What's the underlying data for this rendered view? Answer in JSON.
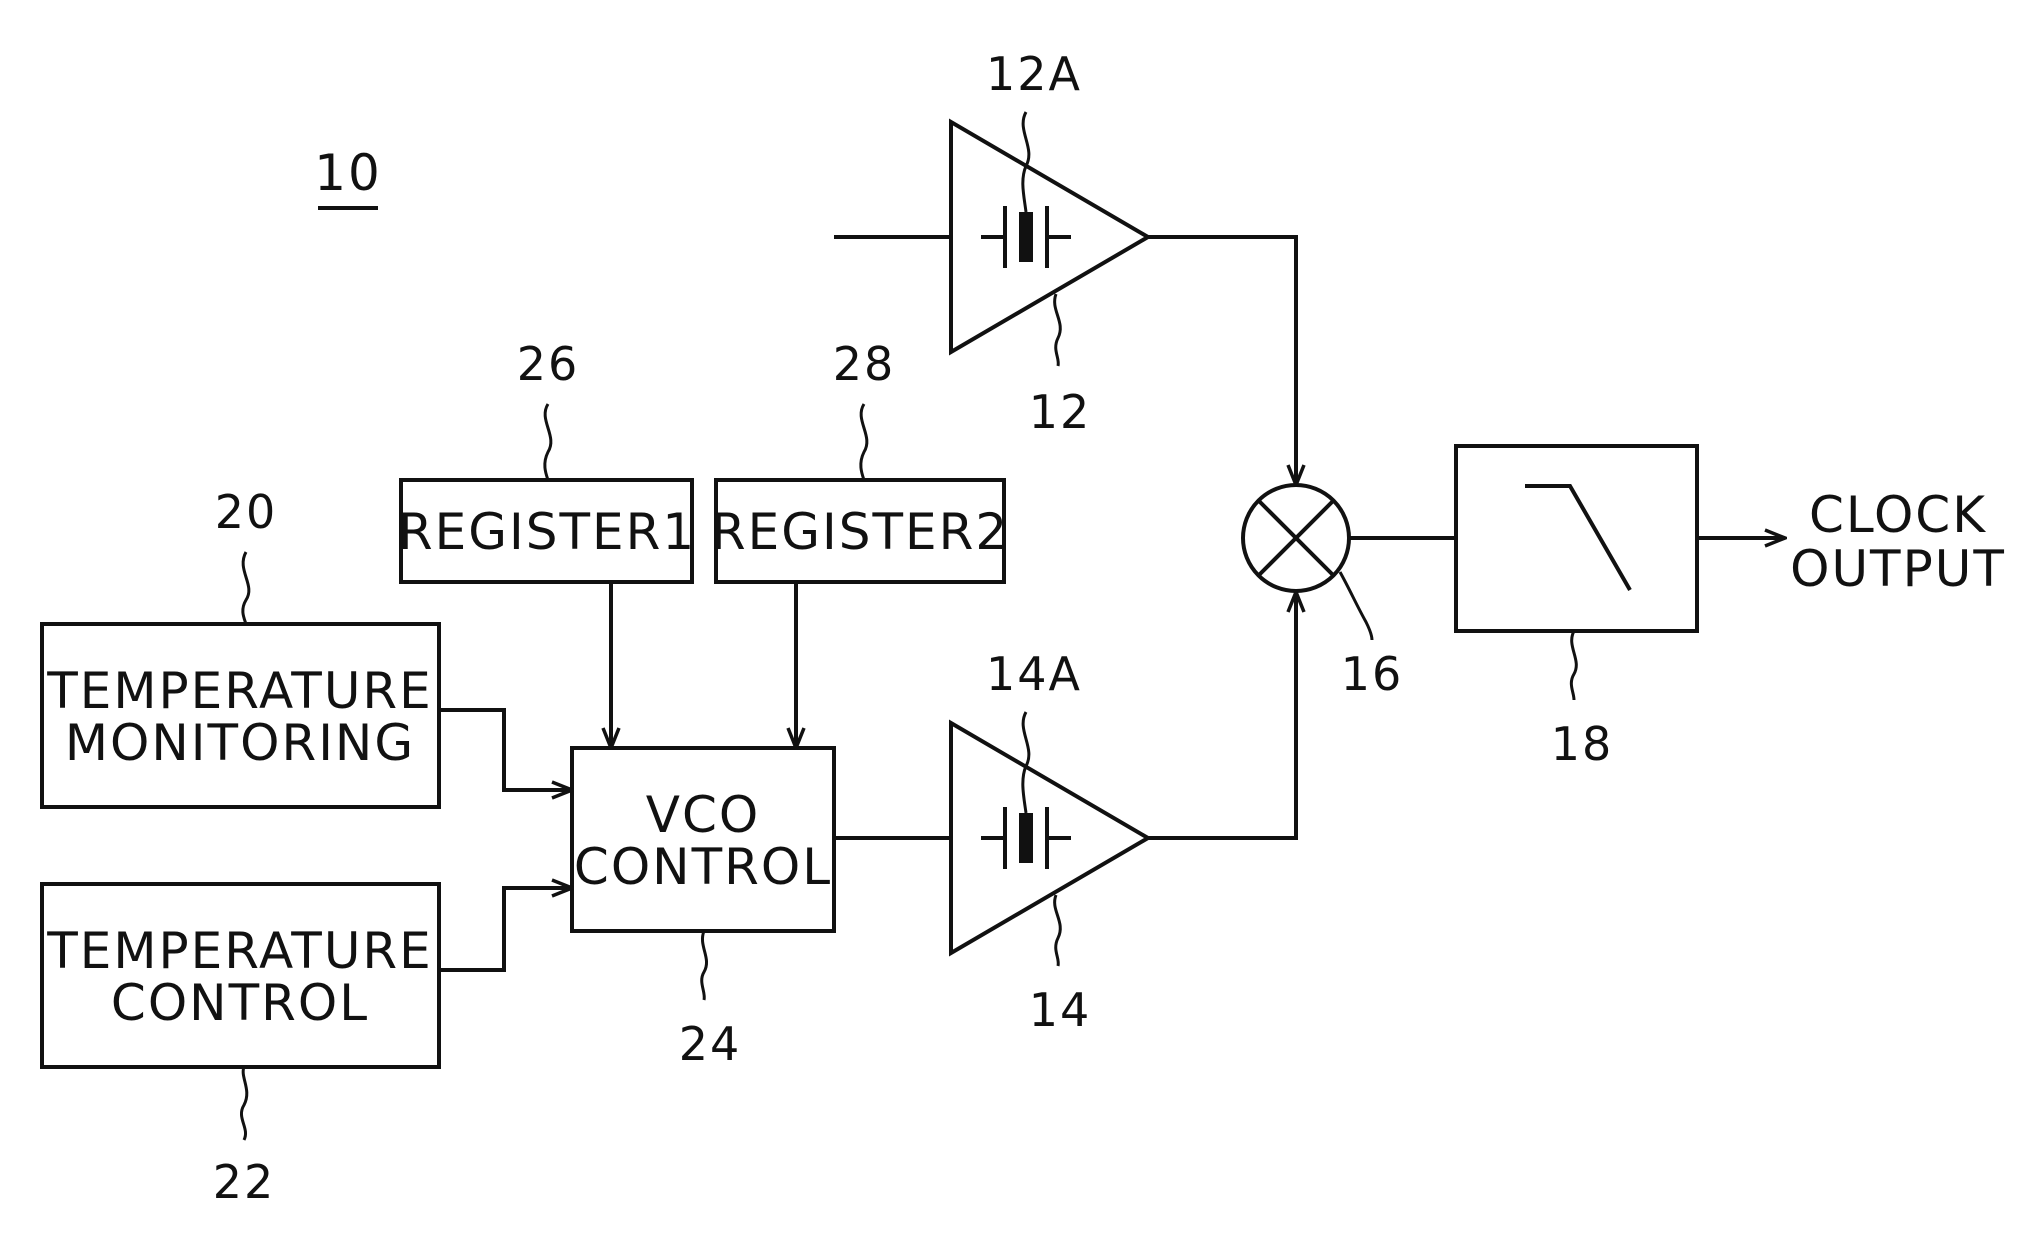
{
  "figure_label": "10",
  "blocks": {
    "temp_monitoring": {
      "line1": "TEMPERATURE",
      "line2": "MONITORING",
      "ref": "20"
    },
    "temp_control": {
      "line1": "TEMPERATURE",
      "line2": "CONTROL",
      "ref": "22"
    },
    "vco_control": {
      "line1": "VCO",
      "line2": "CONTROL",
      "ref": "24"
    },
    "register1": {
      "label": "REGISTER1",
      "ref": "26"
    },
    "register2": {
      "label": "REGISTER2",
      "ref": "28"
    },
    "oscillator_top": {
      "ref": "12",
      "crystal_ref": "12A"
    },
    "oscillator_bottom": {
      "ref": "14",
      "crystal_ref": "14A"
    },
    "mixer": {
      "ref": "16"
    },
    "filter": {
      "ref": "18"
    }
  },
  "output": {
    "line1": "CLOCK",
    "line2": "OUTPUT"
  }
}
